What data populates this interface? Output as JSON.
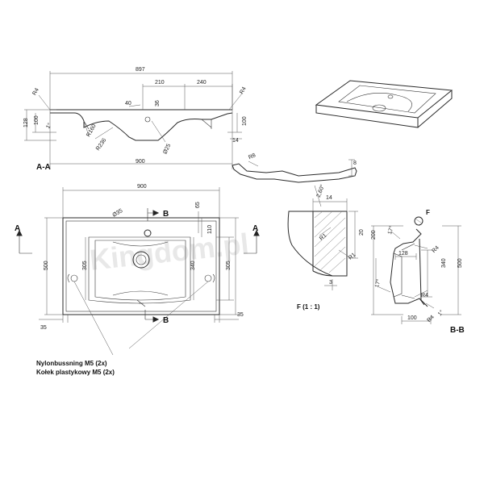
{
  "views": {
    "section_aa": {
      "label": "A-A",
      "dims": {
        "overall": "897",
        "offset_210": "210",
        "offset_240": "240",
        "d40": "40",
        "d36": "36",
        "r4_left": "R4",
        "r4_right": "R4",
        "h128": "128",
        "h100_left": "100",
        "h100_right": "100",
        "angle_left": "1°",
        "r160": "R160",
        "r236": "R236",
        "dia25": "Ø25",
        "d14": "14",
        "w900": "900"
      }
    },
    "plan": {
      "width": "900",
      "dia35": "Ø35",
      "d65": "65",
      "d110": "110",
      "h305_left": "305",
      "h340": "340",
      "h305_right": "305",
      "h500": "500",
      "d35_left": "35",
      "d35_right": "35",
      "section_b": "B",
      "section_a": "A"
    },
    "rim_profile": {
      "r8": "R8",
      "d8": "8"
    },
    "detail_f": {
      "label": "F (1 : 1)",
      "angle": "2,60°",
      "d14": "14",
      "d20": "20",
      "r1a": "R1",
      "r1b": "R1",
      "d3": "3"
    },
    "section_bb": {
      "label": "B-B",
      "callout": "F",
      "h200": "200",
      "angle_top": "17°",
      "r4_top": "R4",
      "d128": "128",
      "h340": "340",
      "h500": "500",
      "angle_bottom": "17°",
      "r4_bottom": "R4",
      "r4_right": "R4",
      "angle_right": "1°",
      "d100": "100"
    }
  },
  "notes": {
    "line1": "Nylonbussning M5 (2x)",
    "line2": "Kołek plastykowy M5 (2x)"
  },
  "watermark": "Kingdom.pl"
}
